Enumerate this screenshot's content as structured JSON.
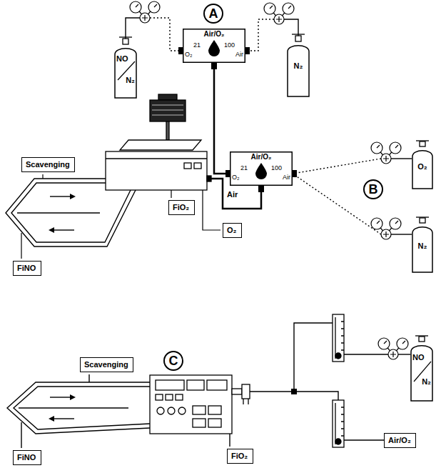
{
  "diagram": {
    "nodes": [
      {
        "text": [
          "A"
        ]
      },
      {
        "text": [
          "NO",
          "N₂"
        ]
      },
      {
        "text": [
          "Air/O₂",
          "O₂",
          "21",
          "100",
          "Air"
        ]
      },
      {
        "text": [
          "N₂"
        ]
      },
      {
        "text": [
          "Air/O₂",
          "O₂",
          "21",
          "100",
          "Air"
        ]
      },
      {
        "text": [
          "B"
        ]
      },
      {
        "text": [
          "O₂"
        ]
      },
      {
        "text": [
          "Scavenging"
        ]
      },
      {
        "text": [
          "O₂"
        ]
      },
      {
        "text": [
          "N₂"
        ]
      },
      {
        "text": [
          "FiO₂"
        ]
      },
      {
        "text": [
          "FiNO"
        ]
      },
      {
        "text": [
          "C"
        ]
      },
      {
        "text": [
          "Scavenging"
        ]
      },
      {
        "text": [
          "NO",
          "N₂"
        ]
      },
      {
        "text": [
          "Air/O₂"
        ]
      },
      {
        "text": [
          "FiNO"
        ]
      },
      {
        "text": [
          "FiO₂"
        ]
      }
    ],
    "edges": [
      {
        "from": 1,
        "to": 2,
        "arrow": "none"
      },
      {
        "from": 3,
        "to": 2,
        "arrow": "none"
      },
      {
        "from": 2,
        "to": 4,
        "arrow": "none"
      },
      {
        "from": 6,
        "to": 4,
        "arrow": "none"
      },
      {
        "from": 9,
        "to": 4,
        "arrow": "none"
      }
    ],
    "labels": [
      "Air"
    ]
  }
}
